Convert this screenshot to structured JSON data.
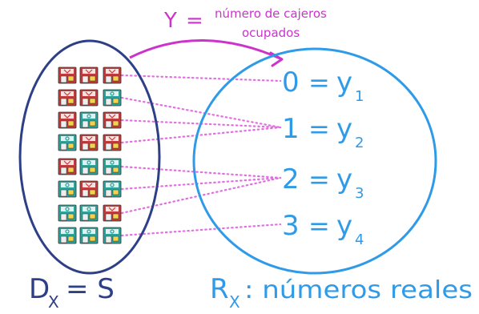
{
  "title": {
    "y": "Y",
    "eq": "=",
    "desc_line1": "número de cajeros",
    "desc_line2": "ocupados"
  },
  "domain_label": {
    "main": "D",
    "sub": "X",
    "rest": "= S"
  },
  "range_label": {
    "main": "R",
    "sub": "X",
    "rest": ": números reales"
  },
  "values": [
    {
      "n": "0",
      "eq": "=",
      "y": "y",
      "sub": "1"
    },
    {
      "n": "1",
      "eq": "=",
      "y": "y",
      "sub": "2"
    },
    {
      "n": "2",
      "eq": "=",
      "y": "y",
      "sub": "3"
    },
    {
      "n": "3",
      "eq": "=",
      "y": "y",
      "sub": "4"
    }
  ],
  "outcomes": [
    [
      "busy",
      "busy",
      "busy"
    ],
    [
      "busy",
      "busy",
      "free"
    ],
    [
      "busy",
      "free",
      "busy"
    ],
    [
      "free",
      "busy",
      "busy"
    ],
    [
      "busy",
      "free",
      "free"
    ],
    [
      "free",
      "busy",
      "free"
    ],
    [
      "free",
      "free",
      "busy"
    ],
    [
      "free",
      "free",
      "free"
    ]
  ],
  "mapping": [
    0,
    1,
    1,
    1,
    2,
    2,
    2,
    3
  ],
  "colors": {
    "magenta": "#cc33cc",
    "blue": "#2f9be8",
    "navy": "#2d3f86",
    "busy": "#c43a3a",
    "free": "#2aa39a",
    "dots": "#e070e0"
  }
}
